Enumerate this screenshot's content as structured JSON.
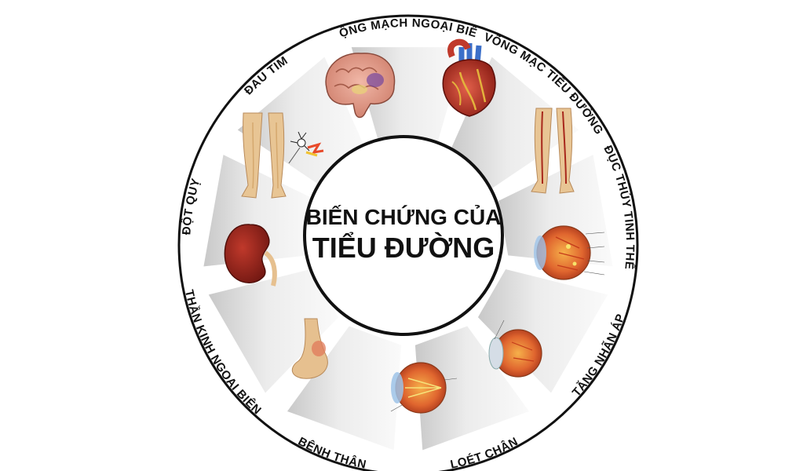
{
  "center": {
    "line1": "BIẾN CHỨNG CỦA",
    "line2": "TIỂU ĐƯỜNG"
  },
  "segments": [
    {
      "label": "ĐAU TIM",
      "icon": "heart-icon"
    },
    {
      "label": "ĐỘNG MẠCH NGOẠI BIÊN",
      "icon": "leg-arteries-icon"
    },
    {
      "label": "VÕNG MẠC TIỂU ĐƯỜNG",
      "icon": "retina-eye-icon"
    },
    {
      "label": "ĐỤC THỦY TINH THỂ",
      "icon": "cataract-eye-icon"
    },
    {
      "label": "TĂNG NHÃN ÁP",
      "icon": "glaucoma-eye-icon"
    },
    {
      "label": "LOÉT CHÂN",
      "icon": "foot-ulcer-icon"
    },
    {
      "label": "BỆNH THẬN",
      "icon": "kidney-icon"
    },
    {
      "label": "THẦN KINH NGOẠI BIÊN",
      "icon": "neuropathy-legs-icon"
    },
    {
      "label": "ĐỘT QUỴ",
      "icon": "brain-icon"
    }
  ],
  "colors": {
    "outline": "#111111",
    "panel_light": "#f4f4f4",
    "panel_dark": "#c9c9c9",
    "heart": "#c0392b",
    "eye": "#e8703a",
    "skin": "#e9c79a"
  }
}
